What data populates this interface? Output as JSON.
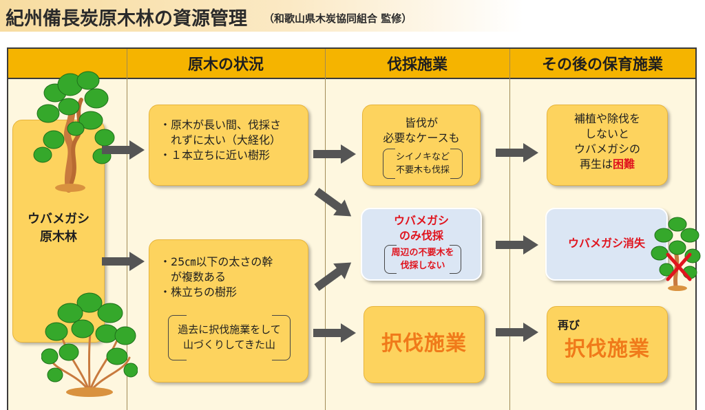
{
  "title": "紀州備長炭原木林の資源管理",
  "subtitle": "（和歌山県木炭協同組合 監修）",
  "headers": [
    "原木の状況",
    "伐採施業",
    "その後の保育施業"
  ],
  "forest_label": [
    "ウバメガシ",
    "原木林"
  ],
  "situation_top": {
    "lines": [
      "・原木が長い間、伐採さ",
      "　れずに太い（大経化）",
      "・１本立ちに近い樹形"
    ]
  },
  "situation_bottom": {
    "lines": [
      "・25㎝以下の太さの幹",
      "　が複数ある",
      "・株立ちの樹形"
    ],
    "note": [
      "過去に択伐施業をして",
      "山づくりしてきた山"
    ]
  },
  "harvest_clear": {
    "lines": [
      "皆伐が",
      "必要なケースも"
    ],
    "note": [
      "シイノキなど",
      "不要木も伐採"
    ]
  },
  "harvest_only": {
    "lines": [
      "ウバメガシ",
      "のみ伐採"
    ],
    "note": [
      "周辺の不要木を",
      "伐採しない"
    ]
  },
  "harvest_selective": {
    "label": "択伐施業"
  },
  "after_top": {
    "lines": [
      "補植や除伐を",
      "しないと",
      "ウバメガシの"
    ],
    "last_prefix": "再生は",
    "last_emph": "困難"
  },
  "after_mid": {
    "label": "ウバメガシ消失"
  },
  "after_bottom": {
    "prefix": "再び",
    "label": "択伐施業"
  },
  "colors": {
    "header": "#f5b400",
    "frame_bg": "#fef7df",
    "box_yellow": "#fdd35e",
    "box_blue": "#dbe6f4",
    "emphasis_red": "#e0141e",
    "orange_text": "#f07a1a",
    "arrow": "#555555"
  },
  "icons": [
    "tall-tree-icon",
    "bushy-tree-icon",
    "small-tree-icon",
    "cross-mark-icon",
    "arrow-icon"
  ]
}
